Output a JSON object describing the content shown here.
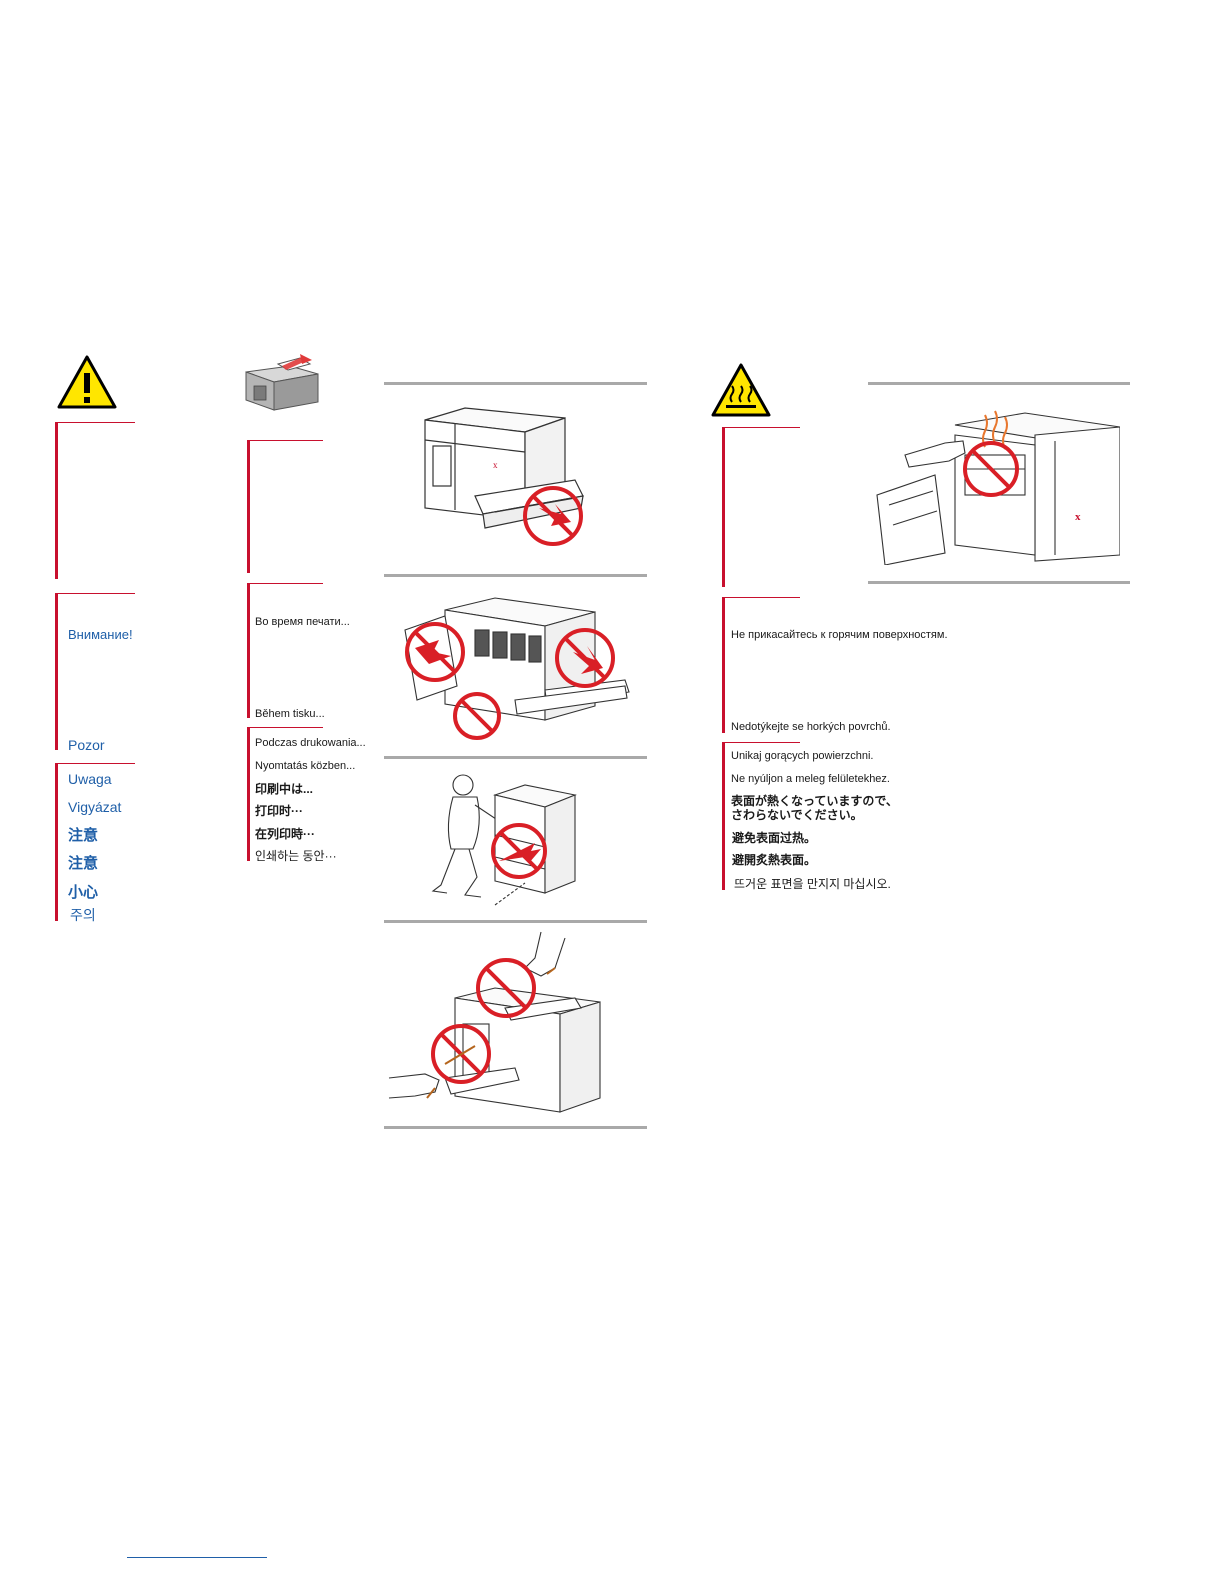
{
  "caution": {
    "labels": [
      "Внимание!",
      "Pozor",
      "Uwaga",
      "Vigyázat",
      "注意",
      "注意",
      "小心",
      "주의"
    ]
  },
  "during_printing": {
    "ru": "Во время печати...",
    "cs": "Během tisku...",
    "pl": "Podczas drukowania...",
    "hu": "Nyomtatás közben...",
    "ja": "印刷中は...",
    "zh_cn": "打印时···",
    "zh_tw": "在列印時···",
    "ko": "인쇄하는 동안···"
  },
  "hot_surface": {
    "ru": "Не прикасайтесь к горячим поверхностям.",
    "cs": "Nedotýkejte se horkých povrchů.",
    "pl": "Unikaj gorących powierzchni.",
    "hu": "Ne nyúljon a meleg felületekhez.",
    "ja_line1": "表面が熱くなっていますので、",
    "ja_line2": "さわらないでください。",
    "zh_cn": "避免表面过热。",
    "zh_tw": "避開炙熱表面。",
    "ko": "뜨거운 표면을 만지지 마십시오."
  },
  "icons": {
    "warning": "warning-triangle-icon",
    "hot_surface": "hot-surface-icon",
    "printer": "printer-output-icon"
  },
  "colors": {
    "accent_red": "#c8102e",
    "label_blue": "#1f5fa8",
    "warning_yellow": "#ffe600"
  }
}
